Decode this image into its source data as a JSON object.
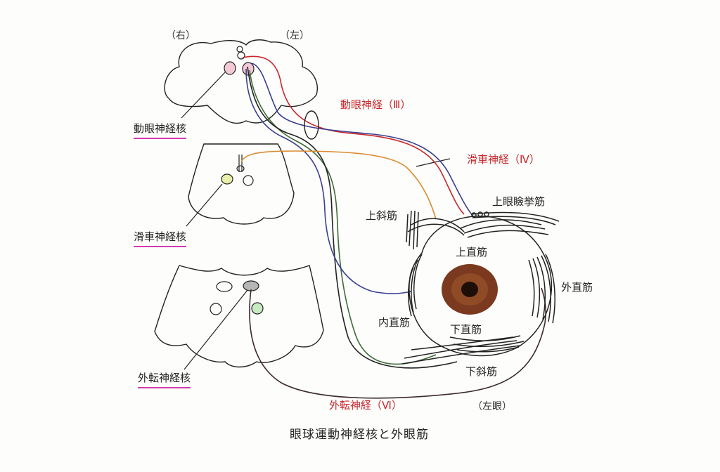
{
  "labels": {
    "right_side": "（右）",
    "left_side": "（左）",
    "oculomotor_nerve": "動眼神経（Ⅲ）",
    "trochlear_nerve": "滑車神経（Ⅳ）",
    "abducens_nerve": "外転神経（Ⅵ）",
    "oculomotor_nucleus": "動眼神経核",
    "trochlear_nucleus": "滑車神経核",
    "abducens_nucleus": "外転神経核",
    "superior_oblique": "上斜筋",
    "levator_palpebrae": "上眼瞼挙筋",
    "superior_rectus": "上直筋",
    "lateral_rectus": "外直筋",
    "medial_rectus": "内直筋",
    "inferior_rectus": "下直筋",
    "inferior_oblique": "下斜筋",
    "left_eye": "（左眼）",
    "caption": "眼球運動神経核と外眼筋"
  },
  "colors": {
    "nerve_red": "#c8262b",
    "nerve_orange": "#d98a2f",
    "nerve_blue": "#3a3f8f",
    "nerve_green": "#3e6b3a",
    "outline": "#222222",
    "iris": "#7b3a1f",
    "pupil": "#1e0e08",
    "nucleus_underline": "#d23ab0"
  }
}
